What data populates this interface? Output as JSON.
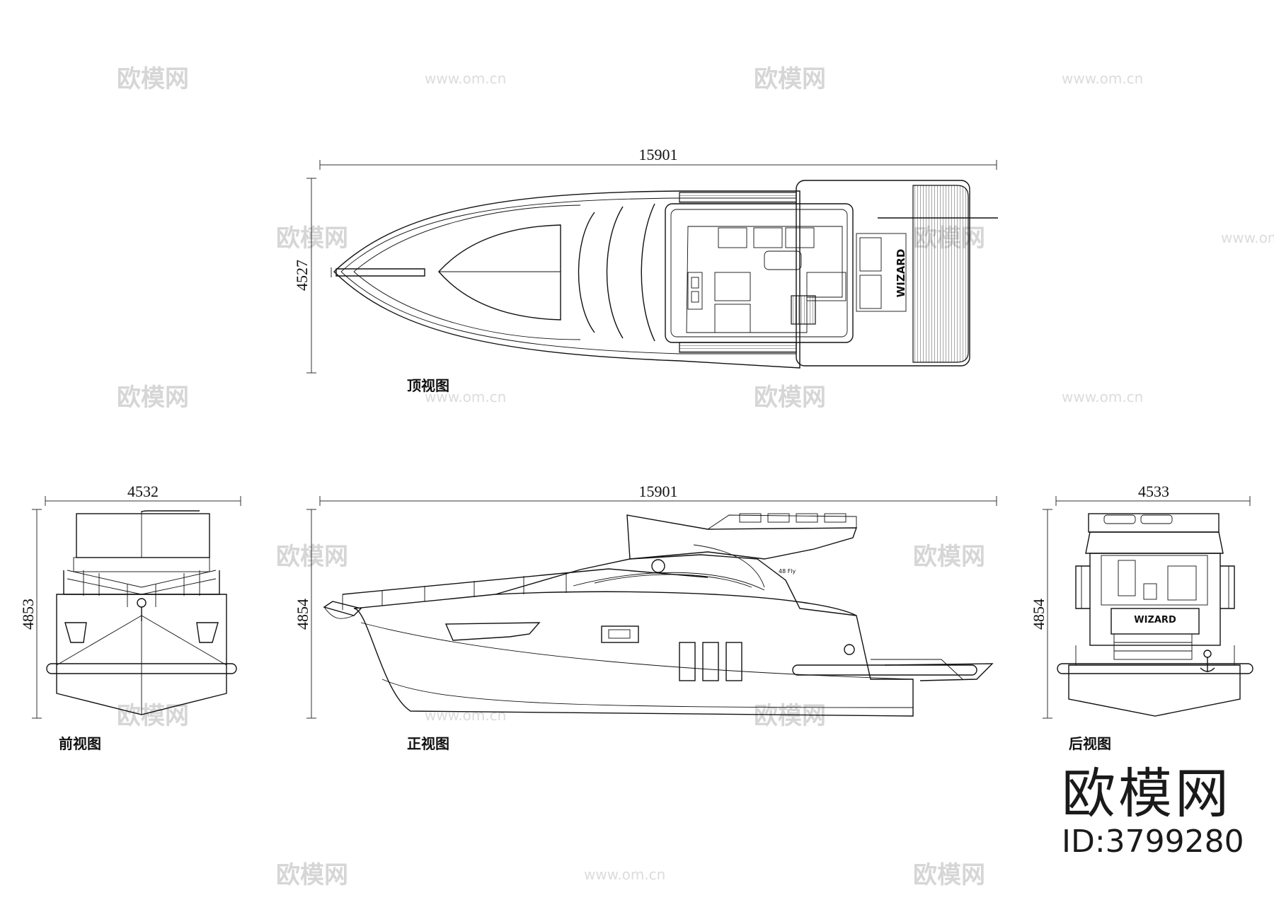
{
  "watermark": {
    "brand": "欧模网",
    "url": "www.om.cn"
  },
  "views": {
    "top": {
      "caption": "顶视图",
      "length": "15901",
      "width": "4527",
      "brand_text": "WIZARD"
    },
    "front": {
      "caption": "前视图",
      "width": "4532",
      "height": "4853"
    },
    "side": {
      "caption": "正视图",
      "length": "15901",
      "height": "4854",
      "model_text": "48 Fly"
    },
    "rear": {
      "caption": "后视图",
      "width": "4533",
      "height": "4854",
      "brand_text": "WIZARD"
    }
  },
  "logo": {
    "brand": "欧模网",
    "id": "ID:3799280"
  }
}
